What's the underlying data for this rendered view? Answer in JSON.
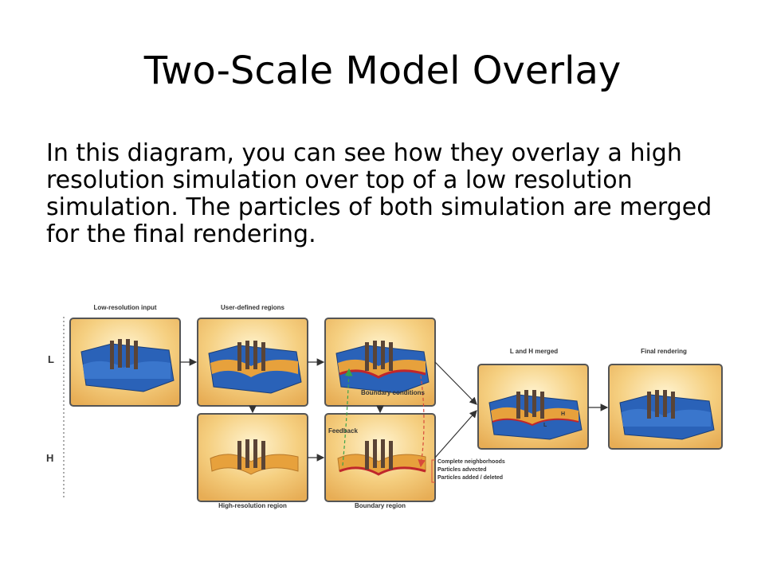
{
  "slide": {
    "title": "Two-Scale Model Overlay",
    "body": "In this diagram, you can see how they overlay a high resolution simulation over top of a low resolution simulation.  The particles of both simulation are merged for the final rendering."
  },
  "diagram": {
    "row_labels": {
      "low": "L",
      "high": "H"
    },
    "captions": {
      "low_res_input": "Low-resolution input",
      "user_defined_regions": "User-defined regions",
      "l_and_h_merged": "L and H merged",
      "final_rendering": "Final rendering",
      "high_res_region": "High-resolution region",
      "boundary_region": "Boundary region"
    },
    "annotations": {
      "boundary_conditions": "Boundary conditions",
      "feedback": "Feedback",
      "merged_h": "H",
      "merged_l": "L",
      "complete_neighborhoods": "Complete neighborhoods",
      "particles_advected": "Particles advected",
      "particles_added_deleted": "Particles added / deleted"
    },
    "colors": {
      "panel_bg": "#f2c777",
      "low_res_fluid": "#2a62b8",
      "high_res_fluid": "#e7a13c",
      "boundary": "#c0262b",
      "feedback": "#3aa34a",
      "pillars": "#5a4436"
    }
  }
}
